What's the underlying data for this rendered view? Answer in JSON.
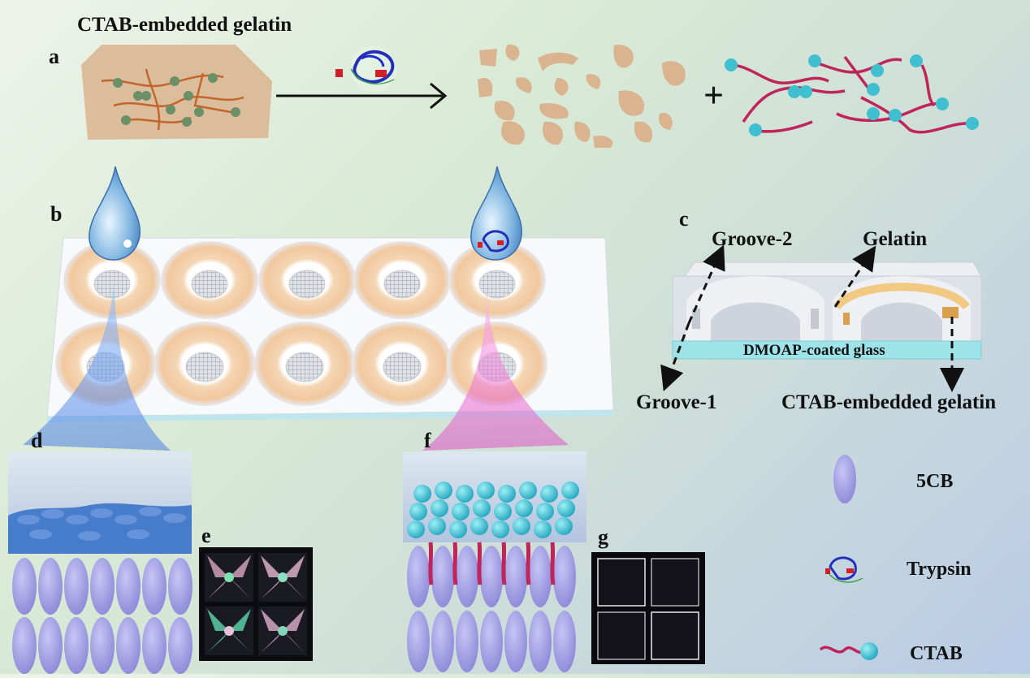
{
  "panels": {
    "a": "a",
    "b": "b",
    "c": "c",
    "d": "d",
    "e": "e",
    "f": "f",
    "g": "g"
  },
  "panel_a": {
    "title": "CTAB-embedded gelatin",
    "plus": "+"
  },
  "panel_c": {
    "groove2": "Groove-2",
    "gelatin": "Gelatin",
    "glass": "DMOAP-coated glass",
    "groove1": "Groove-1",
    "ctab_gelatin": "CTAB-embedded gelatin"
  },
  "legend": {
    "lc": "5CB",
    "enzyme": "Trypsin",
    "surfactant": "CTAB"
  },
  "colors": {
    "gelatin": "#d9b48f",
    "ctab_head": "#3fbfd0",
    "ctab_tail": "#c0245a",
    "lc_molecule": "#9e9be0",
    "glass": "#9ee3e8",
    "blue_beam": "#5a86e0",
    "pink_beam": "#e060c8"
  }
}
